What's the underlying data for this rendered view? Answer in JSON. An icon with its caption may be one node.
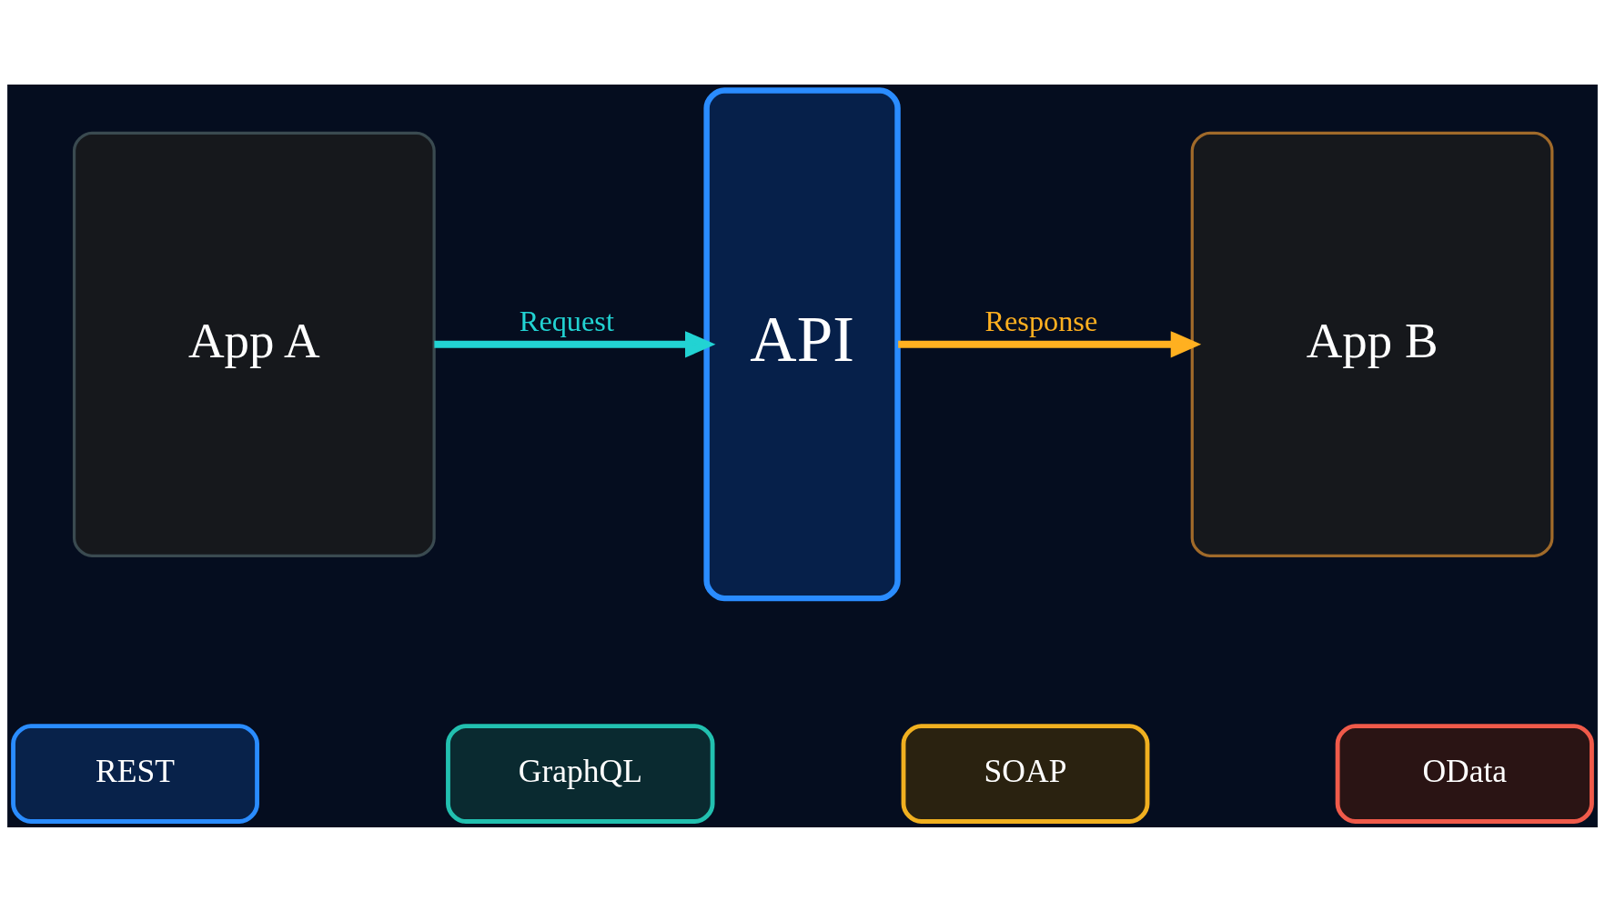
{
  "diagram": {
    "nodes": [
      {
        "text": [
          "App A"
        ]
      },
      {
        "text": [
          "API"
        ]
      },
      {
        "text": [
          "App B"
        ]
      },
      {
        "text": [
          "REST"
        ]
      },
      {
        "text": [
          "GraphQL"
        ]
      },
      {
        "text": [
          "SOAP"
        ]
      },
      {
        "text": [
          "OData"
        ]
      }
    ],
    "edges": [
      {
        "from": 0,
        "to": 1,
        "arrow": "to",
        "label": "Request",
        "color": "#22d3d3"
      },
      {
        "from": 1,
        "to": 2,
        "arrow": "to",
        "label": "Response",
        "color": "#ffb020"
      }
    ]
  }
}
